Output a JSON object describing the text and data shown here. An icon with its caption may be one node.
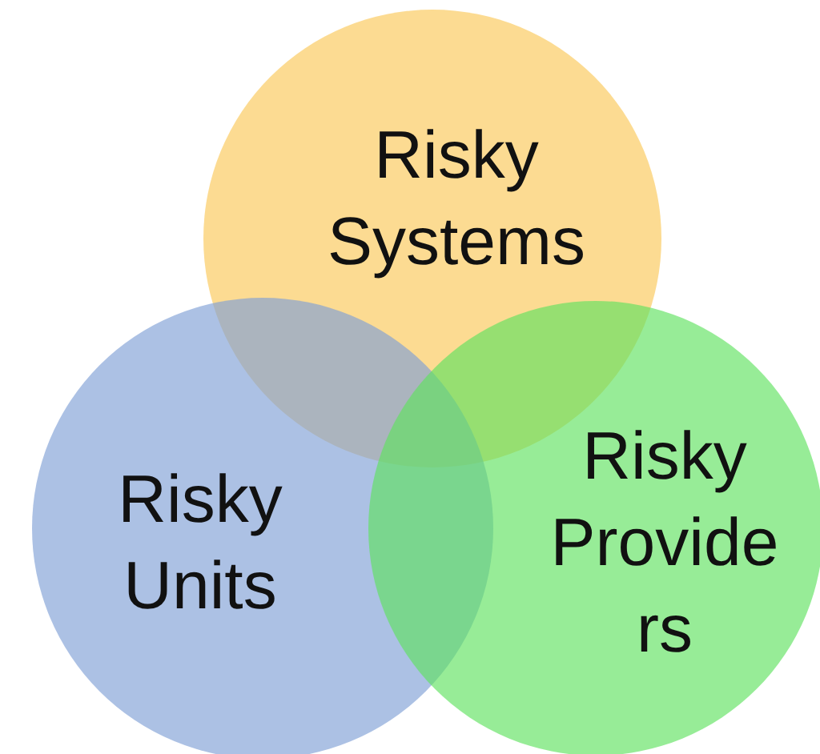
{
  "diagram": {
    "nodes": [
      {
        "text": [
          "Risky Systems"
        ]
      },
      {
        "text": [
          "Risky Units"
        ]
      },
      {
        "text": [
          "Risky Provide rs"
        ]
      }
    ]
  }
}
